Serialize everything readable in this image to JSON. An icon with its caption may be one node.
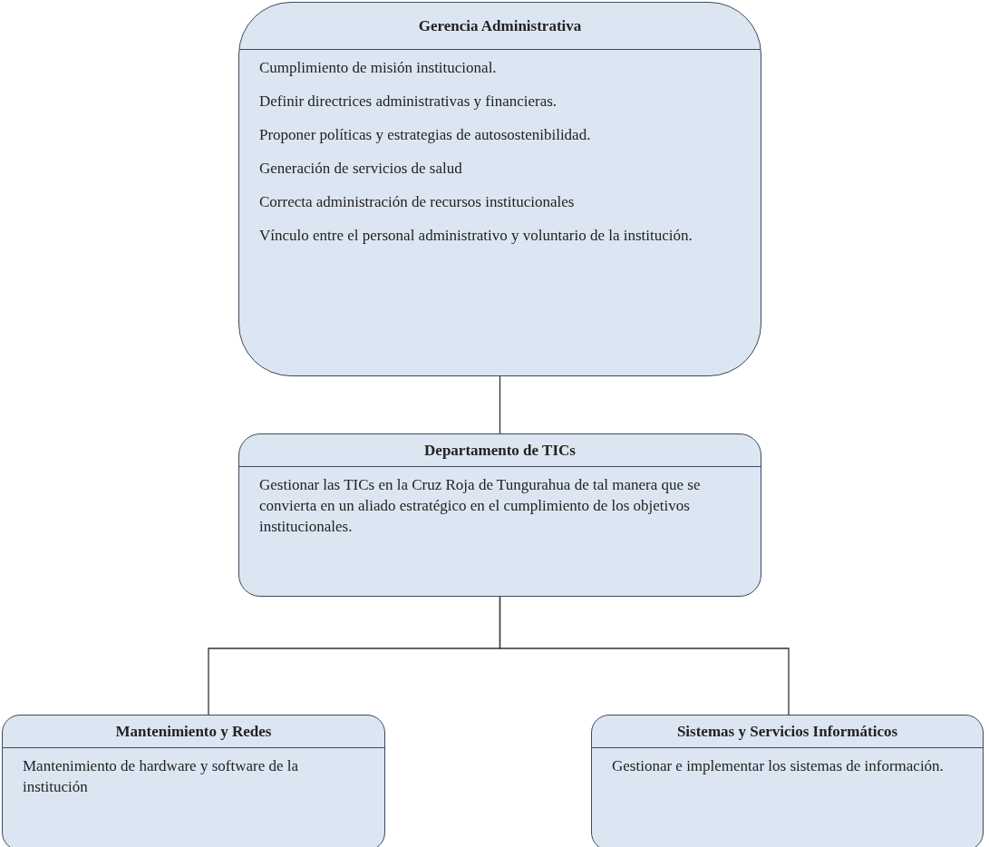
{
  "diagram": {
    "nodes": [
      {
        "text": [
          "Gerencia Administrativa",
          "Cumplimiento de misión institucional.",
          "Definir directrices administrativas y financieras.",
          "Proponer políticas y estrategias de autosostenibilidad.",
          "Generación de servicios de salud",
          "Correcta administración de recursos institucionales",
          "Vínculo entre el personal administrativo y voluntario de la institución."
        ]
      },
      {
        "text": [
          "Departamento de TICs",
          "Gestionar las TICs en la Cruz Roja de Tungurahua de tal manera que se convierta en un aliado estratégico en el cumplimiento de los objetivos institucionales."
        ]
      },
      {
        "text": [
          "Mantenimiento y Redes",
          "Mantenimiento de hardware y software de la institución"
        ]
      },
      {
        "text": [
          "Sistemas y Servicios Informáticos",
          "Gestionar e implementar los sistemas de información."
        ]
      }
    ],
    "edges": [
      {
        "from": 0,
        "to": 1,
        "arrow": "none"
      },
      {
        "from": 1,
        "to": 2,
        "arrow": "none"
      },
      {
        "from": 1,
        "to": 3,
        "arrow": "none"
      }
    ]
  }
}
